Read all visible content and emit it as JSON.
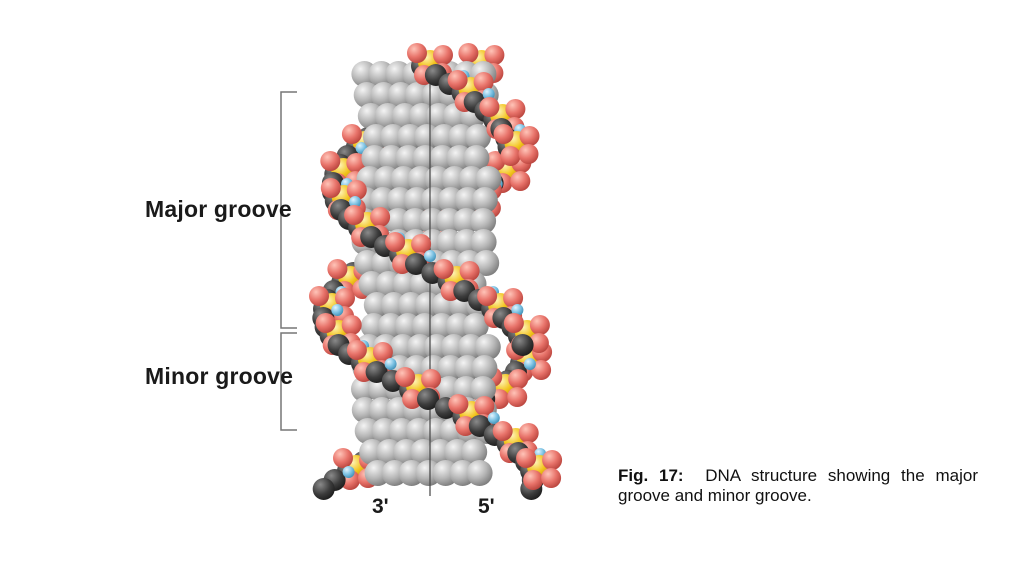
{
  "figure": {
    "labels": {
      "major_groove": "Major groove",
      "minor_groove": "Minor groove",
      "end_3": "3'",
      "end_5": "5'"
    },
    "caption": {
      "number": "Fig. 17:",
      "text": "DNA structure showing the major groove and minor groove."
    }
  },
  "colors": {
    "phosphorus": "#f2c31c",
    "oxygen": "#e8736a",
    "carbon": "#4a4a4a",
    "nitrogen": "#7cc2e3",
    "base": "#b9b9b9"
  }
}
